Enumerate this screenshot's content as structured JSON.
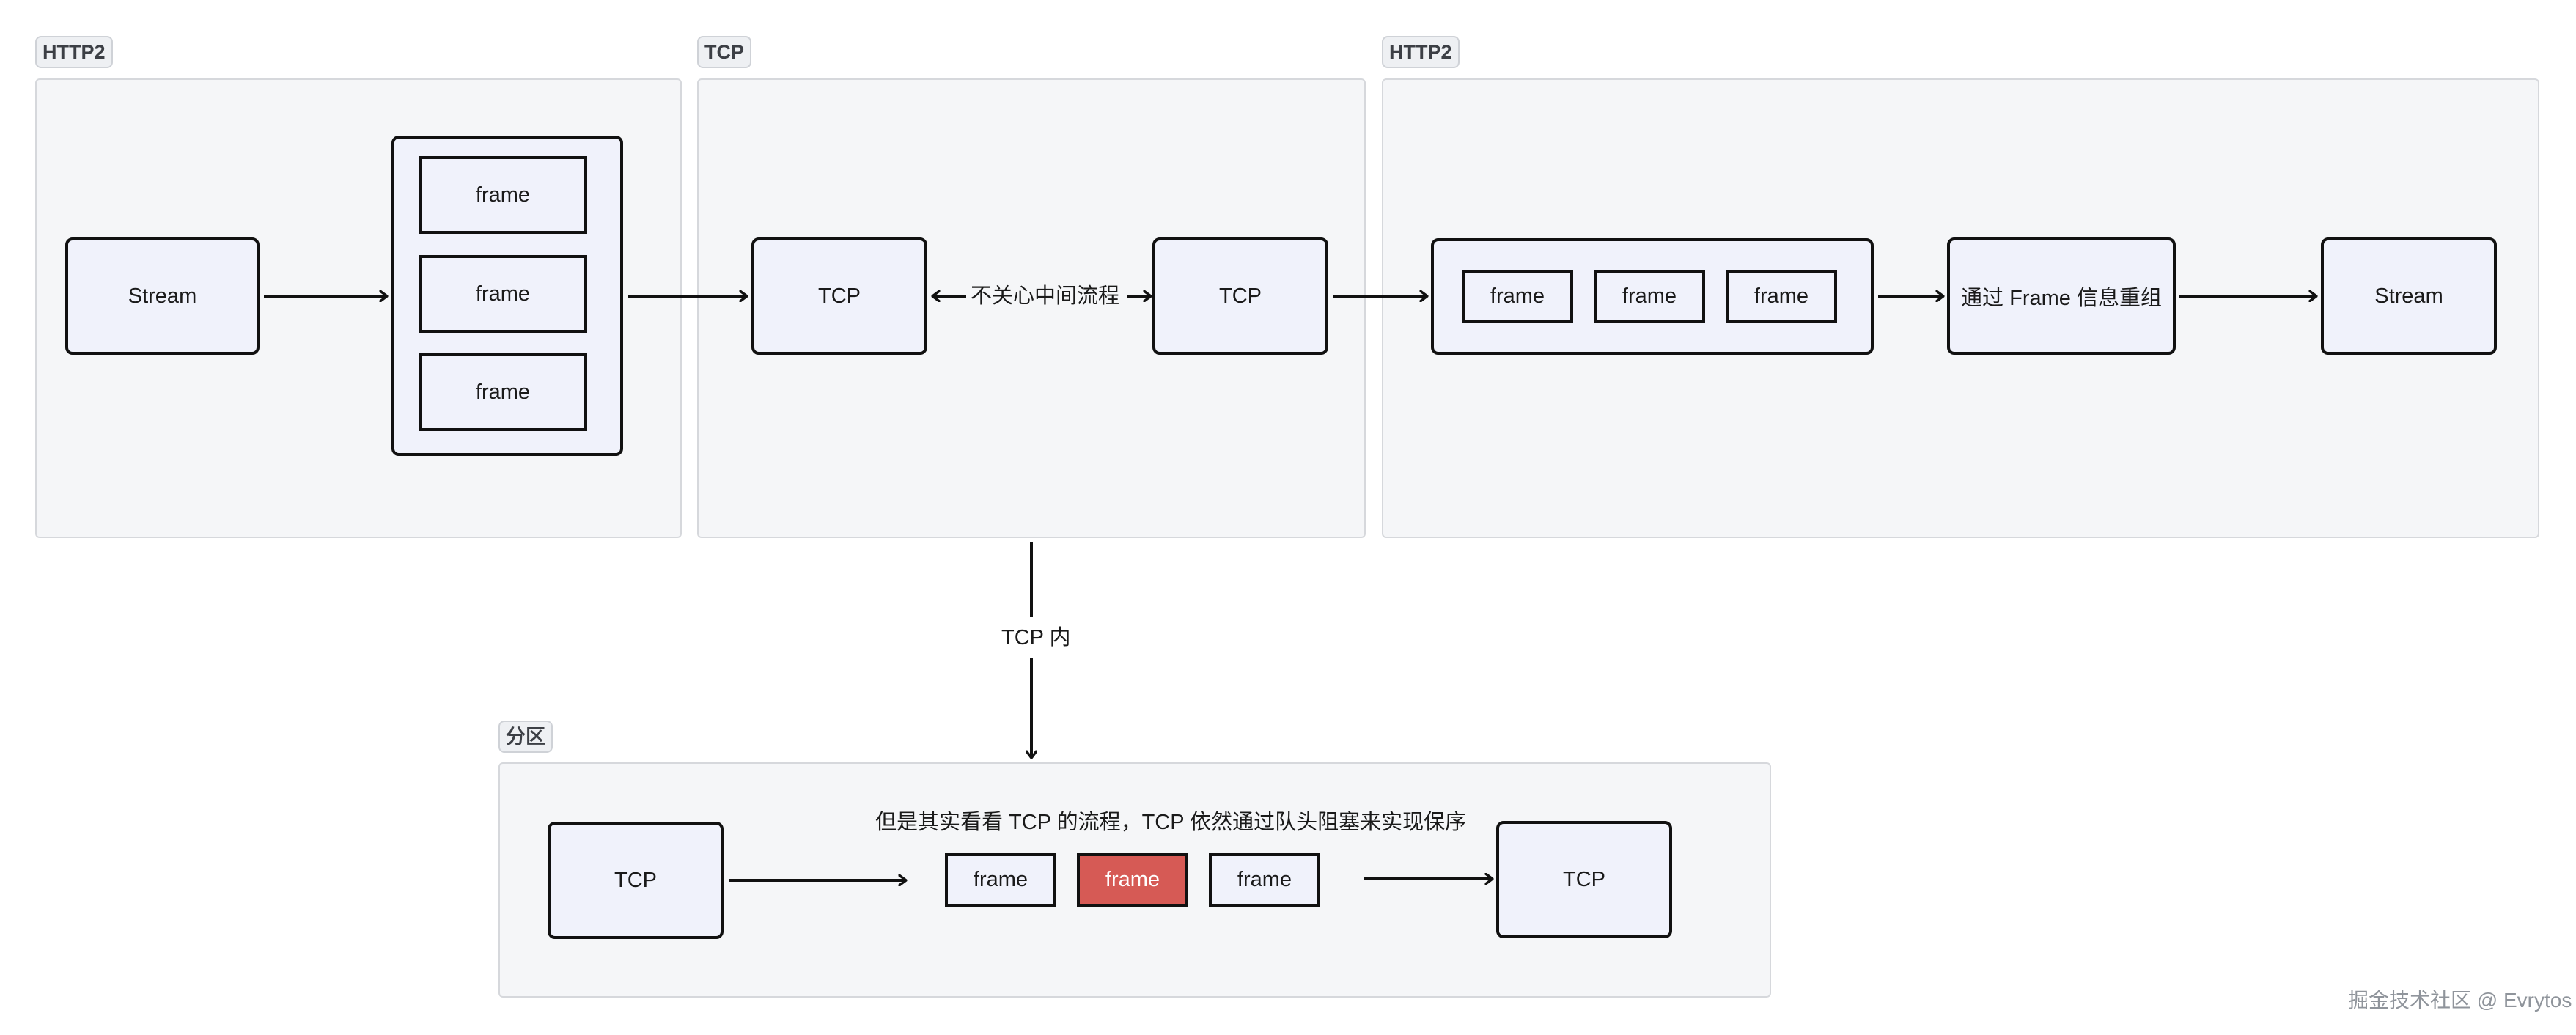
{
  "groups": {
    "http2_left": "HTTP2",
    "tcp": "TCP",
    "http2_right": "HTTP2",
    "partition": "分区"
  },
  "left": {
    "stream": "Stream",
    "frames": [
      "frame",
      "frame",
      "frame"
    ]
  },
  "middle": {
    "tcp_a": "TCP",
    "tcp_b": "TCP",
    "edge_label": "不关心中间流程"
  },
  "right": {
    "frames": [
      "frame",
      "frame",
      "frame"
    ],
    "reassemble": "通过 Frame 信息重组",
    "stream": "Stream"
  },
  "vertical_edge_label": "TCP 内",
  "bottom": {
    "tcp_in": "TCP",
    "caption": "但是其实看看 TCP 的流程，TCP 依然通过队头阻塞来实现保序",
    "frames": [
      "frame",
      "frame",
      "frame"
    ],
    "tcp_out": "TCP"
  },
  "watermark": "掘金技术社区 @ Evrytos",
  "colors": {
    "group_bg": "#f5f6f8",
    "node_bg": "#f0f2fb",
    "blocked_frame": "#d65a55",
    "stroke": "#111111"
  }
}
